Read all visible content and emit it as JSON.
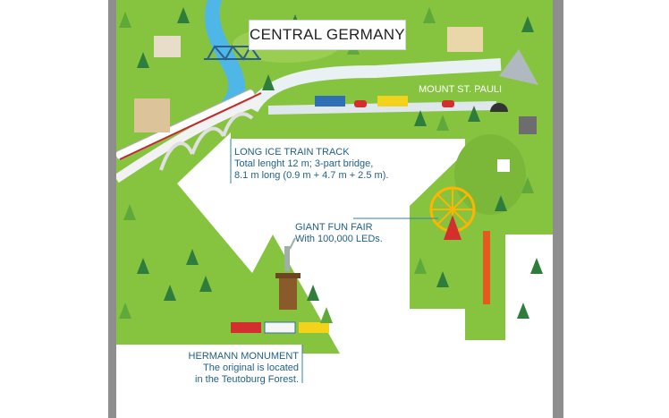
{
  "title": "CENTRAL GERMANY",
  "places": {
    "mount": "MOUNT ST. PAULI"
  },
  "callouts": {
    "train": {
      "heading": "LONG ICE TRAIN TRACK",
      "line1": "Total lenght 12 m; 3-part bridge,",
      "line2": "8.1 m long (0.9 m + 4.7 m + 2.5 m)."
    },
    "fair": {
      "heading": "GIANT FUN FAIR",
      "line1": "With 100,000 LEDs."
    },
    "monument": {
      "heading": "HERMANN MONUMENT",
      "line1": "The original is located",
      "line2": "in the Teutoburg Forest."
    }
  },
  "colors": {
    "grass": "#86c440",
    "river": "#4fb7e8",
    "road": "#e9f1f5",
    "tree_dark": "#2f7d3c",
    "tree_light": "#5fa83a",
    "label_text": "#1f5f88",
    "callout_line": "#2f7fb0"
  }
}
